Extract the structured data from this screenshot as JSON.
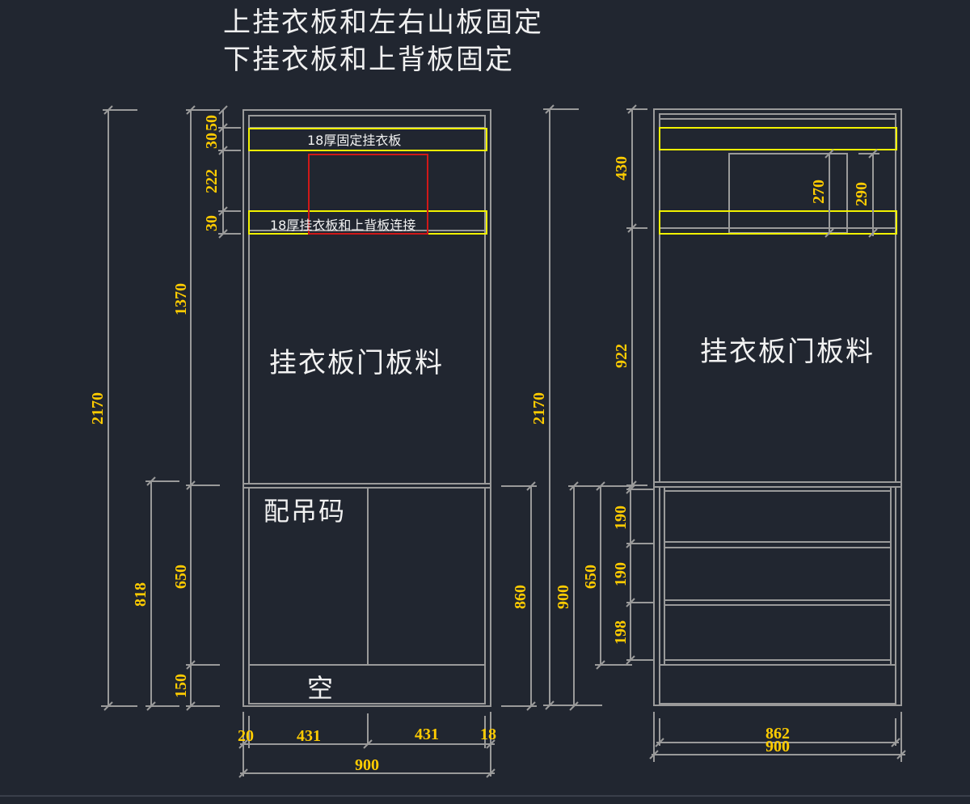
{
  "notes": {
    "line1": "上挂衣板和左右山板固定",
    "line2": "下挂衣板和上背板固定"
  },
  "left_view": {
    "panel_top_label": "18厚固定挂衣板",
    "panel_bottom_label": "18厚挂衣板和上背板连接",
    "main_label": "挂衣板门板料",
    "lower_label": "配吊码",
    "base_label": "空",
    "dims": {
      "overall_height": "2170",
      "upper_height": "1370",
      "top_gap": "50",
      "top_panel": "30",
      "between_panels": "222",
      "bottom_panel": "30",
      "lower_total": "818",
      "lower_section": "650",
      "base": "150",
      "right_height": "860",
      "width_left_edge": "20",
      "width_left": "431",
      "width_right": "431",
      "width_right_edge": "18",
      "overall_width": "900"
    }
  },
  "right_view": {
    "main_label": "挂衣板门板料",
    "dims": {
      "overall_height": "2170",
      "upper_hang": "430",
      "inner_a": "270",
      "inner_b": "290",
      "middle": "922",
      "lower_total": "900",
      "lower_section": "650",
      "drawer1": "190",
      "drawer2": "190",
      "drawer3": "198",
      "inner_width": "862",
      "overall_width": "900"
    }
  },
  "colors": {
    "background": "#212630",
    "line": "#9a9a9a",
    "highlight": "#f2f200",
    "marker": "#d01818",
    "dimension_text": "#ffcc00"
  }
}
